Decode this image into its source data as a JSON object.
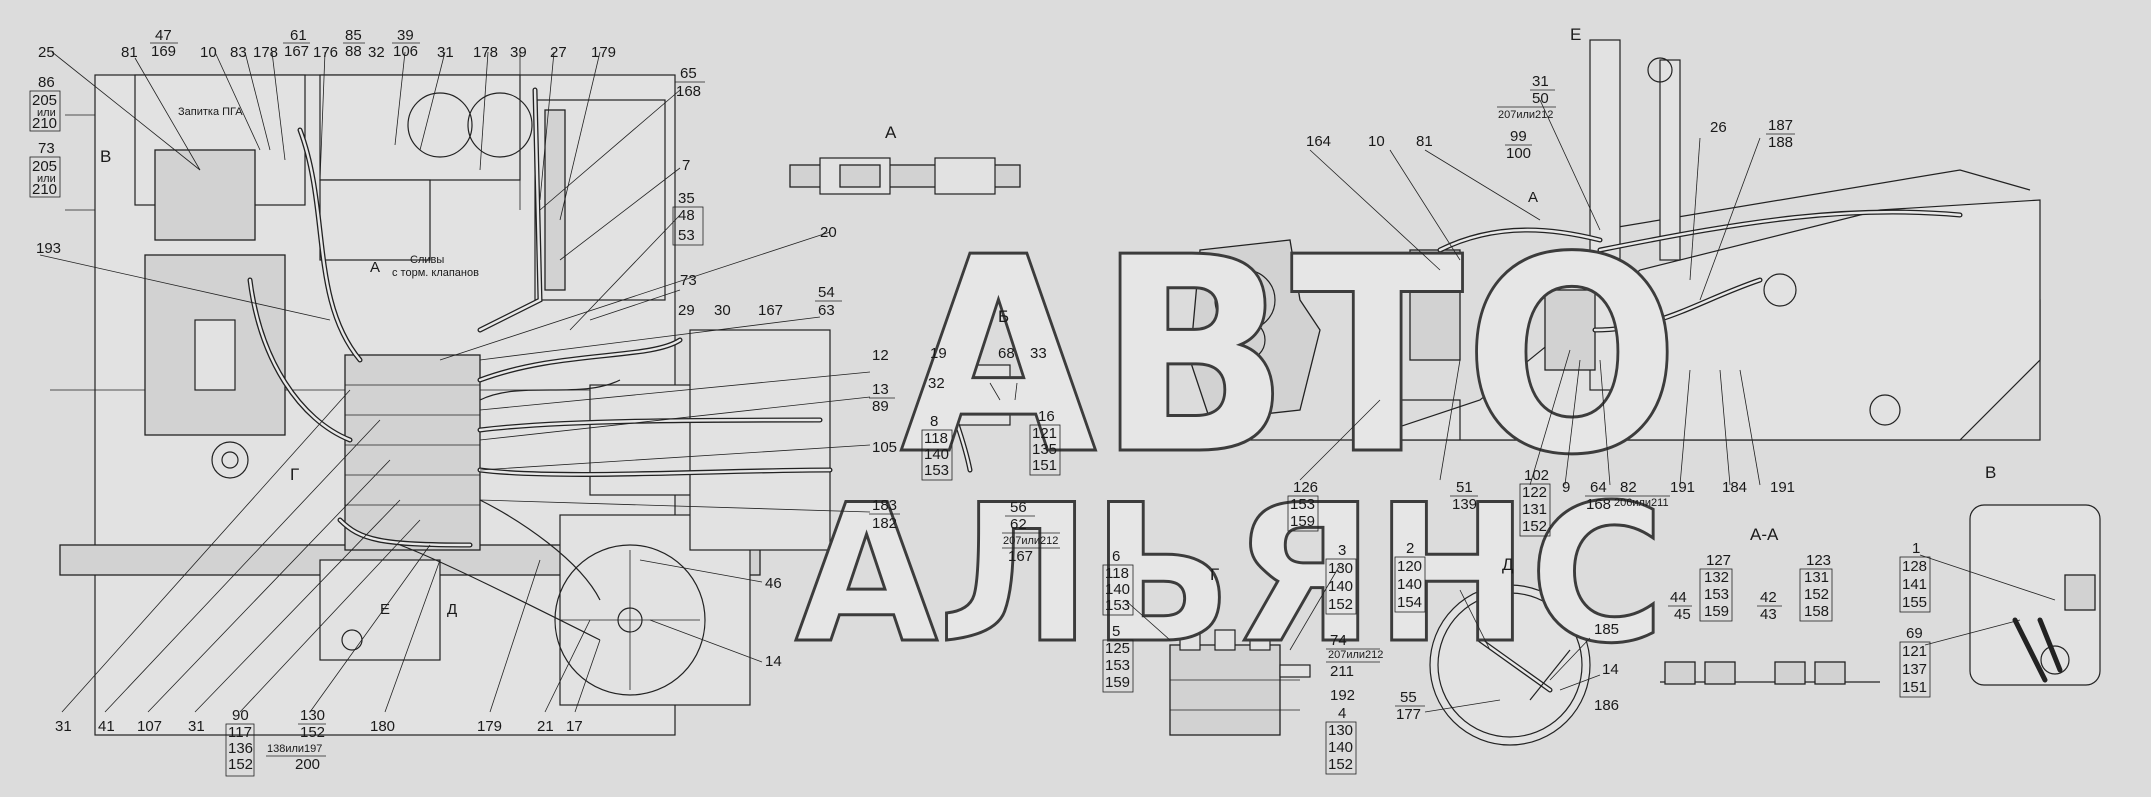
{
  "watermark": {
    "line1": "АВТО",
    "line2": "АЛЬЯНС"
  },
  "views": {
    "a": "А",
    "b": "Б",
    "v": "В",
    "g": "Г",
    "d": "Д",
    "e": "Е",
    "aa": "А-А",
    "b_left": "В",
    "g_left": "Г",
    "e_bottom": "Е"
  },
  "notes": {
    "pga": "Запитка ПГА",
    "drains1": "Сливы",
    "drains2": "с торм. клапанов"
  },
  "callouts_left": {
    "c25": "25",
    "c81": "81",
    "c47": "47",
    "c169": "169",
    "c10": "10",
    "c83": "83",
    "c178": "178",
    "c176": "176",
    "c61": "61",
    "c167": "167",
    "c85": "85",
    "c88": "88",
    "c32": "32",
    "c39": "39",
    "c106": "106",
    "c31": "31",
    "c178b": "178",
    "c39b": "39",
    "c27": "27",
    "c179": "179",
    "c65": "65",
    "c168": "168",
    "c86": "86",
    "c205": "205",
    "or1": "или",
    "c210": "210",
    "c73": "73",
    "c205b": "205",
    "or2": "или",
    "c210b": "210",
    "c7": "7",
    "c35": "35",
    "c48": "48",
    "c53": "53",
    "c193": "193",
    "c73b": "73",
    "c29": "29",
    "c30": "30",
    "c167b": "167",
    "c54": "54",
    "c63": "63",
    "c12": "12",
    "c13": "13",
    "c89": "89",
    "c105": "105",
    "c183": "183",
    "c182": "182",
    "c46": "46",
    "c14": "14",
    "c20": "20",
    "c31b": "31",
    "c41": "41",
    "c107": "107",
    "c31c": "31",
    "c90": "90",
    "c117": "117",
    "c136": "136",
    "c152": "152",
    "c130": "130",
    "c152b": "152",
    "c138": "138или197",
    "c200": "200",
    "c180": "180",
    "c179b": "179",
    "c21": "21",
    "c17": "17"
  },
  "callouts_center": {
    "c19": "19",
    "c68": "68",
    "c33": "33",
    "c32": "32",
    "c8": "8",
    "c118": "118",
    "c140": "140",
    "c153": "153",
    "c16": "16",
    "c121": "121",
    "c135": "135",
    "c151": "151",
    "c56": "56",
    "c62": "62",
    "c207": "207или212",
    "c167": "167",
    "c6": "6",
    "c118b": "118",
    "c140b": "140",
    "c153b": "153",
    "c3": "3",
    "c130": "130",
    "c140c": "140",
    "c152": "152",
    "c5": "5",
    "c125": "125",
    "c153c": "153",
    "c159": "159",
    "c74": "74",
    "c207b": "207или212",
    "c211": "211",
    "c192": "192",
    "c4": "4",
    "c130b": "130",
    "c140d": "140",
    "c152b": "152"
  },
  "callouts_right": {
    "c31": "31",
    "c50": "50",
    "c207": "207или212",
    "c99": "99",
    "c100": "100",
    "c164": "164",
    "c10": "10",
    "c81": "81",
    "c26": "26",
    "c187": "187",
    "c188": "188",
    "c126": "126",
    "c153": "153",
    "c159": "159",
    "c51": "51",
    "c139": "139",
    "c102": "102",
    "c122": "122",
    "c131": "131",
    "c152": "152",
    "c9": "9",
    "c64": "64",
    "c168": "168",
    "c82": "82",
    "c206": "206или211",
    "c191": "191",
    "c184": "184",
    "c191b": "191",
    "c2": "2",
    "c120": "120",
    "c140": "140",
    "c154": "154",
    "c185": "185",
    "c14": "14",
    "c186": "186",
    "c55": "55",
    "c177": "177",
    "c44": "44",
    "c45": "45",
    "c127": "127",
    "c132": "132",
    "c153b": "153",
    "c159b": "159",
    "c42": "42",
    "c43": "43",
    "c123": "123",
    "c131b": "131",
    "c152b": "152",
    "c158": "158",
    "c1": "1",
    "c128": "128",
    "c141": "141",
    "c155": "155",
    "c69": "69",
    "c121": "121",
    "c137": "137",
    "c151": "151"
  }
}
